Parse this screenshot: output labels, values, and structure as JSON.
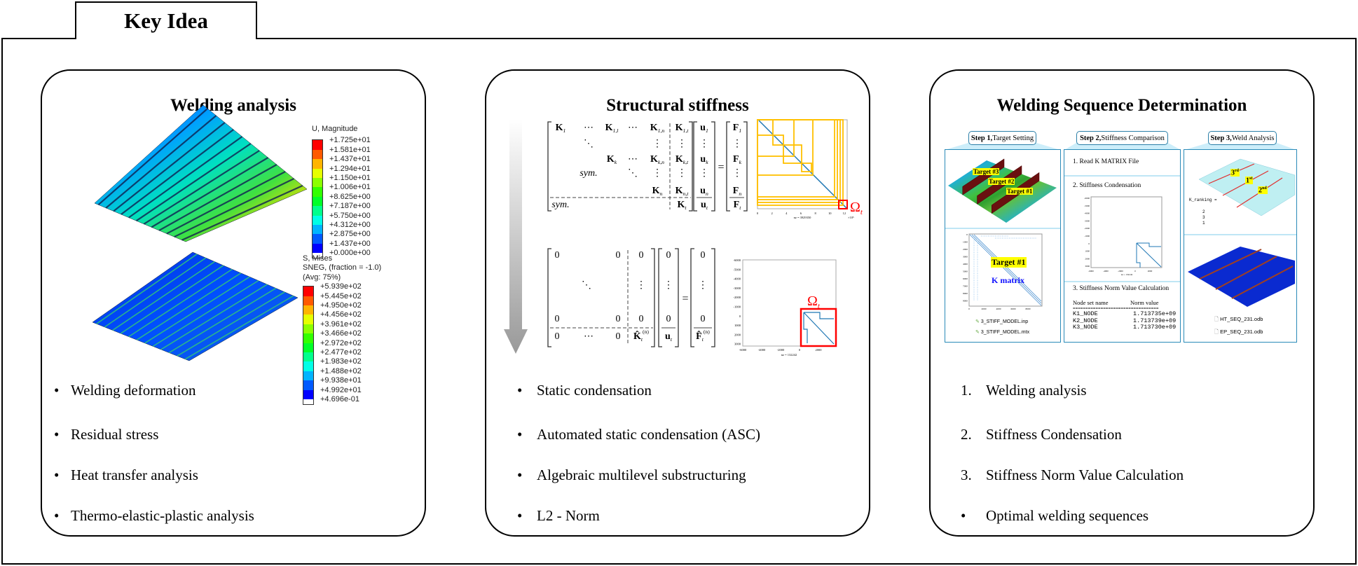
{
  "key_idea": "Key Idea",
  "panels": [
    {
      "title": "Welding analysis",
      "bullets": [
        "Welding deformation",
        "Residual stress",
        "Heat transfer analysis",
        "Thermo-elastic-plastic  analysis"
      ],
      "marker": "•"
    },
    {
      "title": "Structural stiffness",
      "bullets": [
        "Static condensation",
        "Automated static condensation (ASC)",
        "Algebraic multilevel substructuring",
        "L2 - Norm"
      ],
      "marker": "•"
    },
    {
      "title": "Welding Sequence Determination",
      "items": [
        {
          "marker": "1.",
          "text": "Welding analysis"
        },
        {
          "marker": "2.",
          "text": "Stiffness Condensation"
        },
        {
          "marker": "3.",
          "text": "Stiffness Norm Value Calculation"
        },
        {
          "marker": "•",
          "text": "Optimal welding sequences"
        }
      ]
    }
  ],
  "legend_u": {
    "title": "U, Magnitude",
    "values": [
      "+1.725e+01",
      "+1.581e+01",
      "+1.437e+01",
      "+1.294e+01",
      "+1.150e+01",
      "+1.006e+01",
      "+8.625e+00",
      "+7.187e+00",
      "+5.750e+00",
      "+4.312e+00",
      "+2.875e+00",
      "+1.437e+00",
      "+0.000e+00"
    ]
  },
  "legend_s": {
    "title_lines": [
      "S, Mises",
      "SNEG, (fraction = -1.0)",
      "(Avg: 75%)"
    ],
    "values": [
      "+5.939e+02",
      "+5.445e+02",
      "+4.950e+02",
      "+4.456e+02",
      "+3.961e+02",
      "+3.466e+02",
      "+2.972e+02",
      "+2.477e+02",
      "+1.983e+02",
      "+1.488e+02",
      "+9.938e+01",
      "+4.992e+01",
      "+4.696e-01"
    ]
  },
  "contour_colors": [
    "#ff0000",
    "#ff5a00",
    "#ffb400",
    "#e6ff00",
    "#8cff00",
    "#32ff00",
    "#00ff28",
    "#00ff8c",
    "#00ffe6",
    "#00b4ff",
    "#005aff",
    "#0000ff"
  ],
  "equation_full": {
    "K": [
      [
        0,
        0,
        "K",
        "1"
      ],
      [
        0,
        1,
        "⋯",
        ""
      ],
      [
        0,
        2,
        "K",
        "1,l"
      ],
      [
        0,
        3,
        "⋯",
        ""
      ],
      [
        0,
        4,
        "K",
        "1,n"
      ],
      [
        0,
        5,
        "K",
        "1,t"
      ],
      [
        1,
        1,
        "⋱",
        ""
      ],
      [
        1,
        4,
        "⋮",
        ""
      ],
      [
        1,
        5,
        "⋮",
        ""
      ],
      [
        2,
        2,
        "K",
        "k"
      ],
      [
        2,
        3,
        "⋯",
        ""
      ],
      [
        2,
        4,
        "K",
        "k,n"
      ],
      [
        2,
        5,
        "K",
        "k,t"
      ],
      [
        3,
        1,
        "sym.",
        ""
      ],
      [
        3,
        3,
        "⋱",
        ""
      ],
      [
        3,
        4,
        "⋮",
        ""
      ],
      [
        3,
        5,
        "⋮",
        ""
      ],
      [
        4,
        4,
        "K",
        "n"
      ],
      [
        4,
        5,
        "K",
        "n,t"
      ],
      [
        5,
        0,
        "sym.",
        ""
      ],
      [
        5,
        5,
        "K",
        "t"
      ]
    ],
    "u": [
      [
        "u",
        "1"
      ],
      [
        "⋮",
        ""
      ],
      [
        "u",
        "k"
      ],
      [
        "⋮",
        ""
      ],
      [
        "u",
        "n"
      ],
      [
        "u",
        "t"
      ]
    ],
    "F": [
      [
        "F",
        "1"
      ],
      [
        "⋮",
        ""
      ],
      [
        "F",
        "k"
      ],
      [
        "⋮",
        ""
      ],
      [
        "F",
        "n"
      ],
      [
        "F",
        "t"
      ]
    ],
    "equals": "="
  },
  "equation_condensed": {
    "K": [
      [
        0,
        0,
        "0",
        ""
      ],
      [
        0,
        3,
        "0",
        ""
      ],
      [
        0,
        5,
        "0",
        ""
      ],
      [
        1,
        1,
        "⋱",
        ""
      ],
      [
        1,
        5,
        "⋮",
        ""
      ],
      [
        2,
        0,
        "0",
        ""
      ],
      [
        2,
        3,
        "0",
        ""
      ],
      [
        2,
        5,
        "0",
        ""
      ],
      [
        3,
        0,
        "0",
        ""
      ],
      [
        3,
        2,
        "⋯",
        ""
      ],
      [
        3,
        3,
        "0",
        ""
      ],
      [
        3,
        5,
        "K̂",
        "t",
        "(n)"
      ]
    ],
    "u": [
      [
        "0",
        ""
      ],
      [
        "⋮",
        ""
      ],
      [
        "0",
        ""
      ],
      [
        "u",
        "t"
      ]
    ],
    "F": [
      [
        "0",
        ""
      ],
      [
        "⋮",
        ""
      ],
      [
        "0",
        ""
      ],
      [
        "F̂",
        "t",
        "(n)"
      ]
    ],
    "equals": "="
  },
  "plot_top": {
    "xticks": [
      "0",
      "2",
      "4",
      "6",
      "8",
      "10",
      "12"
    ],
    "xscale": "×10⁵",
    "nz": "nz = 3929350",
    "omega": "Ω",
    "omega_sub": "t"
  },
  "plot_bottom": {
    "xticks": [
      "-6000",
      "-4000",
      "-2000",
      "0",
      "2000"
    ],
    "yticks": [
      "-6000",
      "-5000",
      "-4000",
      "-3000",
      "-2000",
      "-1000",
      "0",
      "1000",
      "2000",
      "3000"
    ],
    "nz": "nz = 132242",
    "omega": "Ω",
    "omega_sub": "t"
  },
  "steps": [
    {
      "bold": "Step 1,",
      "label": " Target Setting",
      "targets": [
        "Target #3",
        "Target #2",
        "Target #1"
      ],
      "kplot_label": "Target #1",
      "kplot_caption": "K matrix",
      "kplot_yticks": [
        "0",
        "1000",
        "2000",
        "3000",
        "4000",
        "5000",
        "6000",
        "7000",
        "8000",
        "9000"
      ],
      "kplot_xticks": [
        "0",
        "2000",
        "4000",
        "6000",
        "8000"
      ],
      "files": [
        "3_STIFF_MODEL.inp",
        "3_STIFF_MODEL.mtx"
      ]
    },
    {
      "bold": "Step 2,",
      "label": " Stiffness Comparison",
      "items": [
        "1. Read K MATRIX File",
        "2. Stiffness Condensation",
        "3. Stiffness Norm Value Calculation"
      ],
      "plot_nz": "nz = 132242",
      "table": {
        "headers": [
          "Node set name",
          "Norm value"
        ],
        "rule": "==================================",
        "rows": [
          [
            "K1_NODE",
            "1.713735e+09"
          ],
          [
            "K2_NODE",
            "1.713739e+09"
          ],
          [
            "K3_NODE",
            "1.713730e+09"
          ]
        ]
      }
    },
    {
      "bold": "Step 3,",
      "label": " Weld Analysis",
      "orders": [
        {
          "n": "3",
          "s": "rd"
        },
        {
          "n": "1",
          "s": "st"
        },
        {
          "n": "2",
          "s": "nd"
        }
      ],
      "ranking_label": "K_ranking =",
      "ranking": [
        "2",
        "3",
        "1"
      ],
      "files": [
        "HT_SEQ_231.odb",
        "EP_SEQ_231.odb"
      ]
    }
  ],
  "colors": {
    "frame": "#000000",
    "step_border": "#2a8ab8",
    "highlight": "#ffff00",
    "omega_red": "#ff0000",
    "block_orange": "#ffc000",
    "matrix_blue": "#1f77b4"
  }
}
